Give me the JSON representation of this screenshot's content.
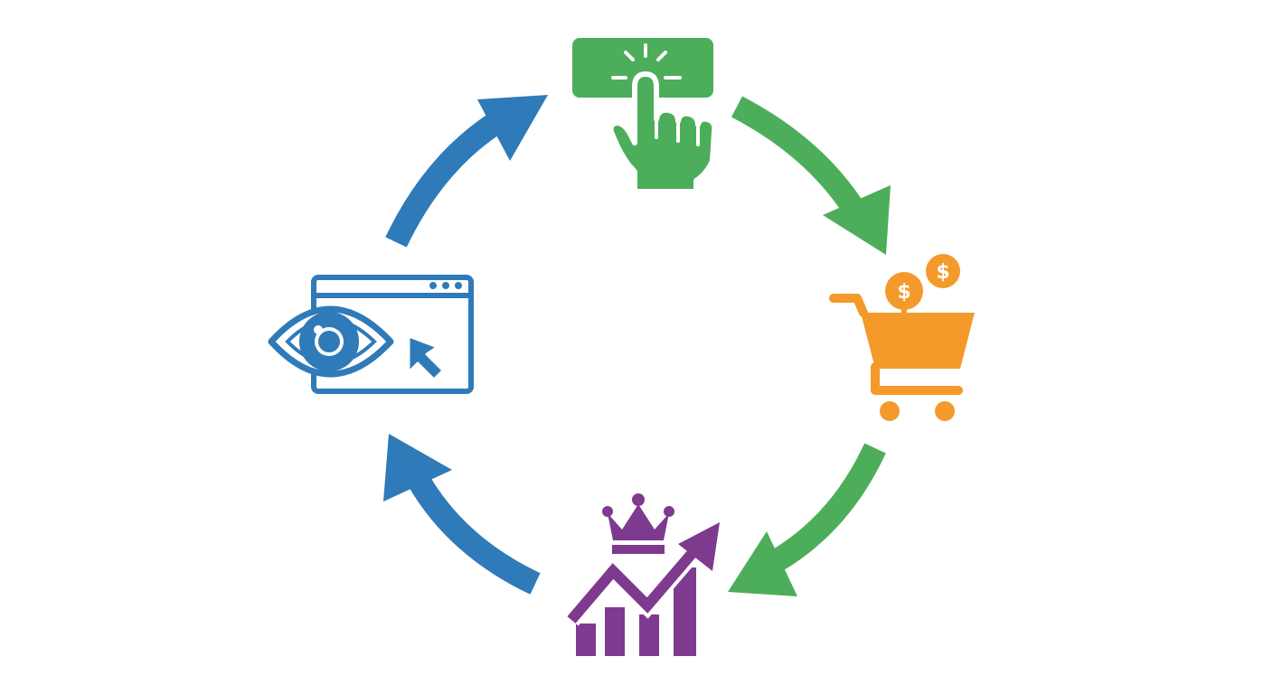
{
  "colors": {
    "blue": "#2F7AB8",
    "green": "#4CAE5A",
    "orange": "#F39A2B",
    "purple": "#7E3A8E",
    "background": "#FFFFFF"
  },
  "nodes": [
    {
      "id": "engagement",
      "icon": "eye-browser-cursor-icon"
    },
    {
      "id": "click",
      "icon": "hand-tap-button-icon"
    },
    {
      "id": "purchase",
      "icon": "shopping-cart-coins-icon"
    },
    {
      "id": "loyalty",
      "icon": "crown-growth-chart-icon"
    }
  ],
  "arrows": [
    {
      "from": "engagement",
      "to": "click",
      "color": "blue"
    },
    {
      "from": "click",
      "to": "purchase",
      "color": "green"
    },
    {
      "from": "purchase",
      "to": "loyalty",
      "color": "green"
    },
    {
      "from": "loyalty",
      "to": "engagement",
      "color": "blue"
    }
  ],
  "cart": {
    "coin_symbol_1": "$",
    "coin_symbol_2": "$"
  }
}
